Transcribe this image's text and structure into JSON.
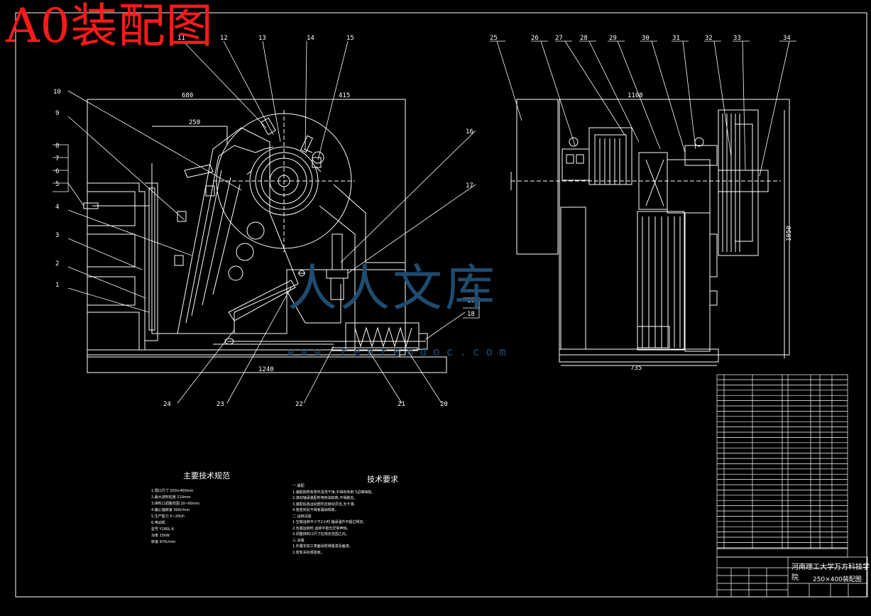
{
  "title": "A0装配图",
  "watermark": {
    "text": "人人文库",
    "url": "www.renrendoc.com"
  },
  "part_numbers_left": [
    "1",
    "2",
    "3",
    "4",
    "5",
    "6",
    "7",
    "8",
    "9",
    "10",
    "11",
    "12",
    "13",
    "14",
    "15",
    "16",
    "17",
    "18",
    "19",
    "20",
    "21",
    "22",
    "23",
    "24"
  ],
  "part_numbers_right": [
    "25",
    "26",
    "27",
    "28",
    "29",
    "30",
    "31",
    "32",
    "33",
    "34"
  ],
  "dimensions": {
    "d680": "680",
    "d415": "415",
    "d250": "250",
    "d1240": "1240",
    "d1108": "1108",
    "d1050": "1050",
    "d735": "735"
  },
  "spec": {
    "title": "主要技术规范",
    "rows": [
      "1.颚口尺寸  250×400mm",
      "2.最大进料粒度  210mm",
      "3.排料口调整范围  20~60mm",
      "4.偏心轴转速  300r/min",
      "5.生产能力  5~20t/h",
      "6.电动机",
      "型号  Y180L-6",
      "功率  15kW",
      "转速  970r/min"
    ]
  },
  "requirements": {
    "title": "技术要求",
    "rows": [
      "一.装配",
      "1.装配前所有零件清洗干净,不得有毛刺飞边等缺陷。",
      "2.滚动轴承装配时用热油加热,不得敲击。",
      "3.装配后各运动部件应转动灵活,无卡滞。",
      "4.各密封处不得有漏油现象。",
      "二.运转试验",
      "1.空载运转不少于2小时,轴承温升不超过规定。",
      "2.负载运转时,运转平稳无异常声响。",
      "3.调整排料口尺寸在规定范围之内。",
      "三.涂装",
      "1.外露非加工表面涂防锈底漆及面漆。",
      "2.按有关标准验收。"
    ]
  },
  "title_block": {
    "school": "河南理工大学万方科技学院",
    "drawing_name": "250×400装配图"
  }
}
